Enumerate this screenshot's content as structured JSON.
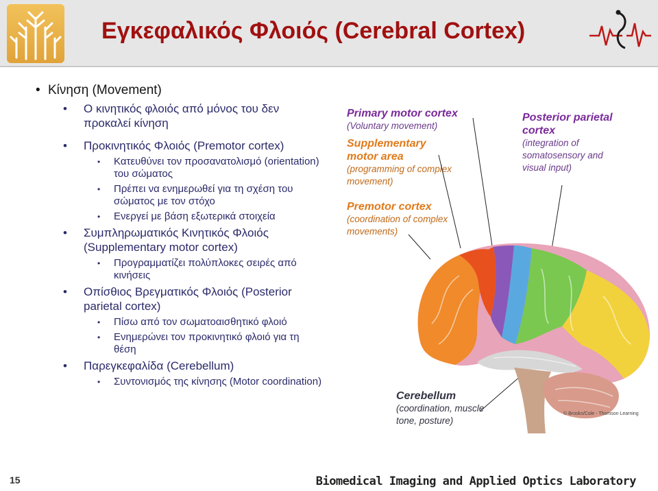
{
  "header": {
    "title": "Εγκεφαλικός Φλοιός (Cerebral Cortex)"
  },
  "bullets": [
    {
      "level": 1,
      "text": "Κίνηση (Movement)"
    },
    {
      "level": 2,
      "text": "Ο κινητικός φλοιός από μόνος του δεν προκαλεί κίνηση"
    },
    {
      "level": 2,
      "text": "Προκινητικός Φλοιός (Premotor cortex)"
    },
    {
      "level": 3,
      "text": "Κατευθύνει τον προσανατολισμό (orientation) του σώματος"
    },
    {
      "level": 3,
      "text": "Πρέπει να ενημερωθεί για τη σχέση του σώματος με τον στόχο"
    },
    {
      "level": 3,
      "text": "Ενεργεί με βάση εξωτερικά στοιχεία"
    },
    {
      "level": 2,
      "text": "Συμπληρωματικός Κινητικός Φλοιός (Supplementary motor cortex)"
    },
    {
      "level": 3,
      "text": "Προγραμματίζει πολύπλοκες σειρές από κινήσεις"
    },
    {
      "level": 2,
      "text": "Οπίσθιος Βρεγματικός Φλοιός (Posterior parietal cortex)"
    },
    {
      "level": 3,
      "text": "Πίσω από τον σωματοαισθητικό φλοιό"
    },
    {
      "level": 3,
      "text": "Ενημερώνει τον προκινητικό φλοιό για τη θέση"
    },
    {
      "level": 2,
      "text": "Παρεγκεφαλίδα (Cerebellum)"
    },
    {
      "level": 3,
      "text": "Συντονισμός της κίνησης (Motor coordination)"
    }
  ],
  "figure": {
    "primary_title": "Primary motor cortex",
    "primary_sub": "(Voluntary movement)",
    "supp_title_1": "Supplementary",
    "supp_title_2": "motor area",
    "supp_sub_1": "(programming of complex",
    "supp_sub_2": "movement)",
    "premotor_title": "Premotor cortex",
    "premotor_sub_1": "(coordination of complex",
    "premotor_sub_2": "movements)",
    "posterior_title_1": "Posterior parietal",
    "posterior_title_2": "cortex",
    "posterior_sub_1": "(integration of",
    "posterior_sub_2": "somatosensory and",
    "posterior_sub_3": "visual input)",
    "cerebellum_title": "Cerebellum",
    "cerebellum_sub_1": "(coordination, muscle",
    "cerebellum_sub_2": "tone, posture)",
    "copyright": "© Brooks/Cole - Thomson Learning"
  },
  "footer": {
    "page_number": "15",
    "lab_name": "Biomedical Imaging and Applied Optics Laboratory"
  },
  "colors": {
    "title": "#a01010",
    "primary_label": "#7a2a9a",
    "premotor_label": "#e07a1a"
  }
}
